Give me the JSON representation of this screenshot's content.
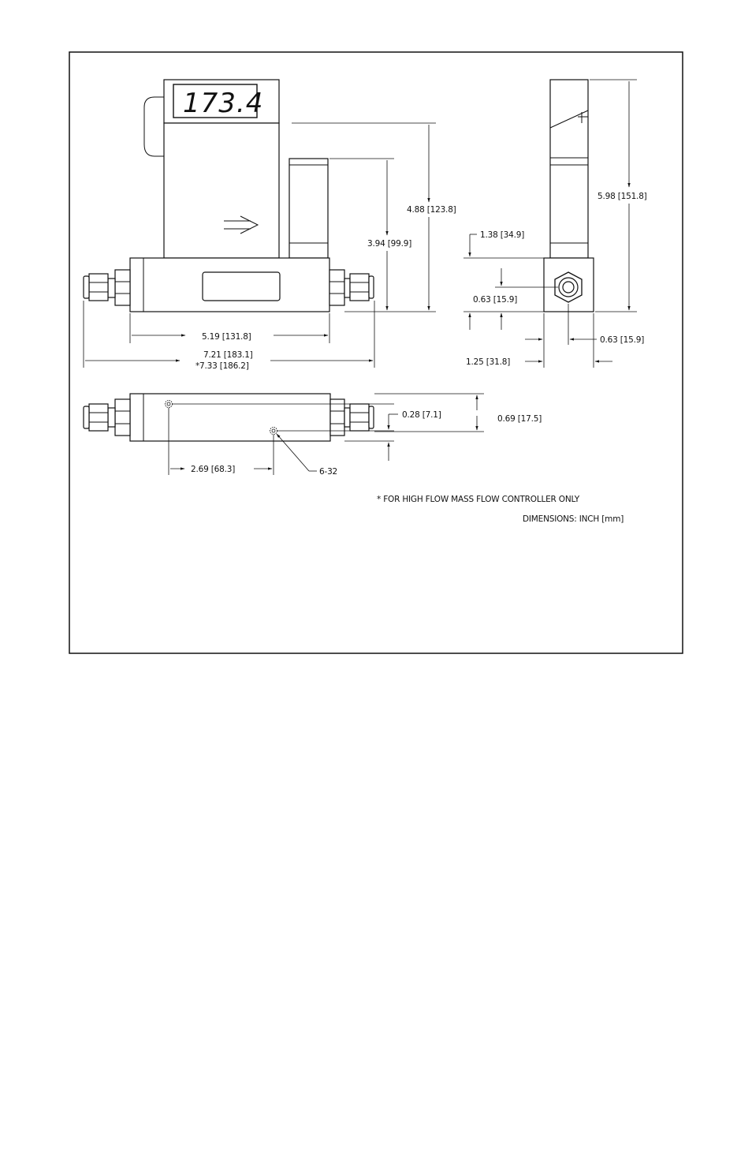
{
  "display_reading": "173.4",
  "dimensions": {
    "total_height": "4.88 [123.8]",
    "controller_height": "3.94 [99.9]",
    "body_length": "5.19 [131.8]",
    "overall_length": "7.21 [183.1]",
    "overall_length_high_flow": "*7.33 [186.2]",
    "side_total_height": "5.98 [151.8]",
    "side_body_height": "1.38 [34.9]",
    "side_port_height": "0.63 [15.9]",
    "side_port_offset": "0.63 [15.9]",
    "side_body_width": "1.25 [31.8]",
    "bottom_hole_offset": "0.28 [7.1]",
    "bottom_body_width": "0.69 [17.5]",
    "bottom_hole_spacing": "2.69 [68.3]",
    "thread_callout": "6-32"
  },
  "notes": {
    "high_flow": "* FOR HIGH FLOW MASS FLOW CONTROLLER ONLY",
    "units": "DIMENSIONS: INCH [mm]"
  }
}
